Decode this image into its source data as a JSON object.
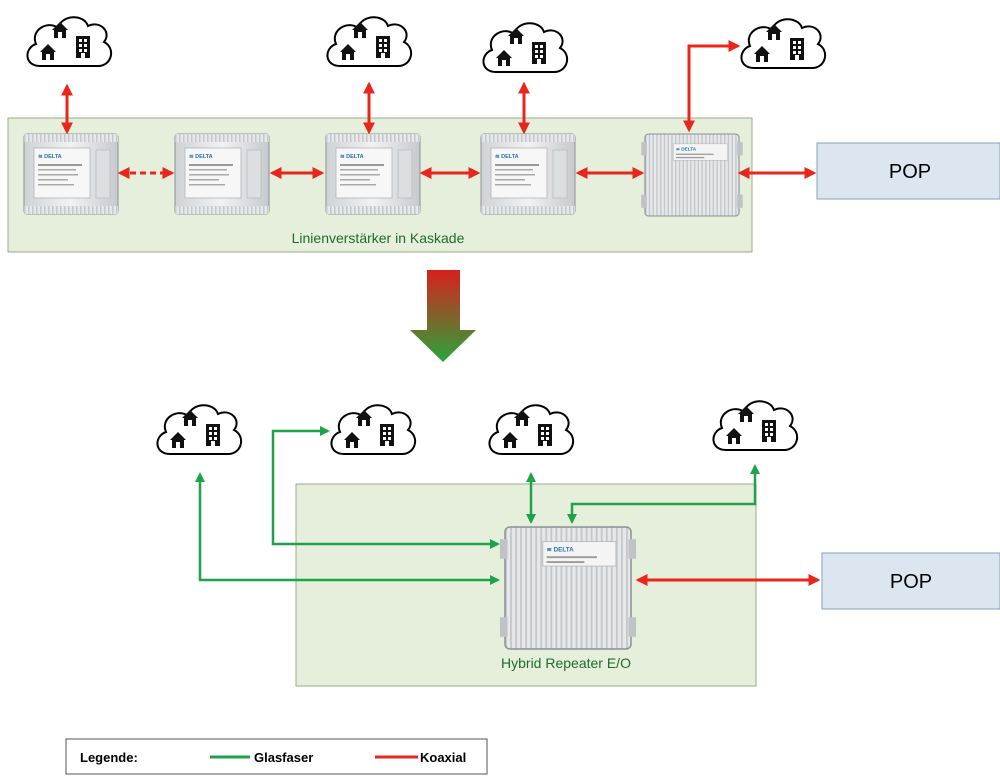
{
  "top_section": {
    "caption": "Linienverstärker in Kaskade",
    "pop_label": "POP",
    "amplifier_brand": "DELTA"
  },
  "bottom_section": {
    "caption": "Hybrid Repeater E/O",
    "pop_label": "POP",
    "repeater_brand": "DELTA"
  },
  "legend": {
    "title": "Legende:",
    "fiber_label": "Glasfaser",
    "coax_label": "Koaxial"
  },
  "colors": {
    "fiber": "#1fa34a",
    "coax": "#e8261c",
    "box_fill": "#e6efdc",
    "box_stroke": "#9aab8a",
    "pop_fill": "#dbe6f1"
  },
  "icons": [
    "cloud-icon",
    "house-icon",
    "office-building-icon",
    "amplifier-device",
    "transition-arrow"
  ]
}
